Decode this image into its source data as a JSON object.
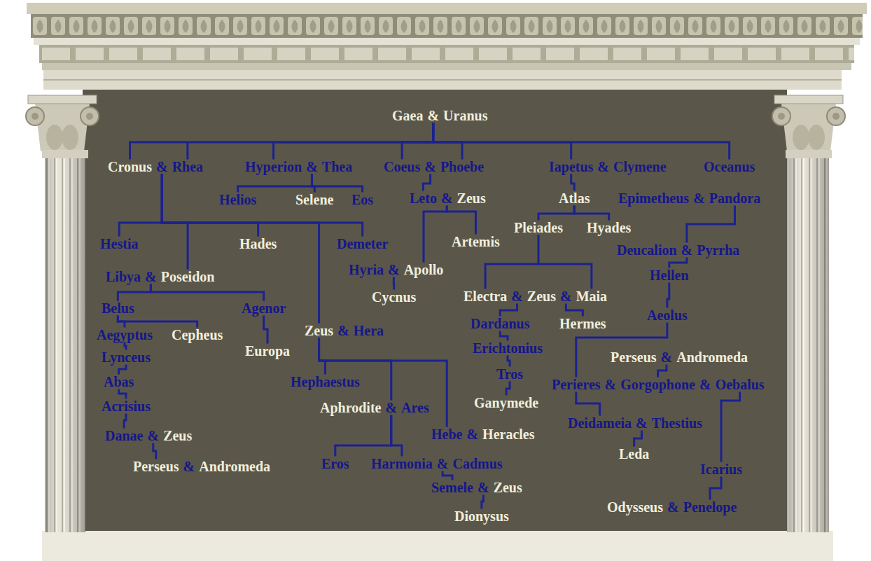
{
  "diagram": {
    "nodes": [
      {
        "text": [
          "Gaea",
          "&",
          "Uranus"
        ]
      },
      {
        "text": [
          "Cronus",
          "&",
          "Rhea"
        ]
      },
      {
        "text": [
          "Hyperion",
          "&",
          "Thea"
        ]
      },
      {
        "text": [
          "Coeus",
          "&",
          "Phoebe"
        ]
      },
      {
        "text": [
          "Iapetus",
          "&",
          "Clymene"
        ]
      },
      {
        "text": [
          "Oceanus"
        ]
      },
      {
        "text": [
          "Helios"
        ]
      },
      {
        "text": [
          "Selene"
        ]
      },
      {
        "text": [
          "Eos"
        ]
      },
      {
        "text": [
          "Leto",
          "&",
          "Zeus"
        ]
      },
      {
        "text": [
          "Atlas"
        ]
      },
      {
        "text": [
          "Epimetheus",
          "&",
          "Pandora"
        ]
      },
      {
        "text": [
          "Hestia"
        ]
      },
      {
        "text": [
          "Hades"
        ]
      },
      {
        "text": [
          "Demeter"
        ]
      },
      {
        "text": [
          "Artemis"
        ]
      },
      {
        "text": [
          "Pleiades"
        ]
      },
      {
        "text": [
          "Hyades"
        ]
      },
      {
        "text": [
          "Deucalion",
          "&",
          "Pyrrha"
        ]
      },
      {
        "text": [
          "Libya",
          "&",
          "Poseidon"
        ]
      },
      {
        "text": [
          "Hyria",
          "&",
          "Apollo"
        ]
      },
      {
        "text": [
          "Hellen"
        ]
      },
      {
        "text": [
          "Cycnus"
        ]
      },
      {
        "text": [
          "Belus"
        ]
      },
      {
        "text": [
          "Agenor"
        ]
      },
      {
        "text": [
          "Electra",
          "&",
          "Zeus",
          "&",
          "Maia"
        ]
      },
      {
        "text": [
          "Aeolus"
        ]
      },
      {
        "text": [
          "Aegyptus"
        ]
      },
      {
        "text": [
          "Cepheus"
        ]
      },
      {
        "text": [
          "Dardanus"
        ]
      },
      {
        "text": [
          "Hermes"
        ]
      },
      {
        "text": [
          "Zeus",
          "&",
          "Hera"
        ]
      },
      {
        "text": [
          "Europa"
        ]
      },
      {
        "text": [
          "Lynceus"
        ]
      },
      {
        "text": [
          "Erichtonius"
        ]
      },
      {
        "text": [
          "Perseus",
          "&",
          "Andromeda"
        ]
      },
      {
        "text": [
          "Abas"
        ]
      },
      {
        "text": [
          "Tros"
        ]
      },
      {
        "text": [
          "Hephaestus"
        ]
      },
      {
        "text": [
          "Perieres",
          "&",
          "Gorgophone",
          "&",
          "Oebalus"
        ]
      },
      {
        "text": [
          "Acrisius"
        ]
      },
      {
        "text": [
          "Ganymede"
        ]
      },
      {
        "text": [
          "Aphrodite",
          "&",
          "Ares"
        ]
      },
      {
        "text": [
          "Deidameia",
          "&",
          "Thestius"
        ]
      },
      {
        "text": [
          "Danae",
          "&",
          "Zeus"
        ]
      },
      {
        "text": [
          "Hebe",
          "&",
          "Heracles"
        ]
      },
      {
        "text": [
          "Leda"
        ]
      },
      {
        "text": [
          "Perseus",
          "&",
          "Andromeda"
        ]
      },
      {
        "text": [
          "Eros"
        ]
      },
      {
        "text": [
          "Harmonia",
          "&",
          "Cadmus"
        ]
      },
      {
        "text": [
          "Icarius"
        ]
      },
      {
        "text": [
          "Semele",
          "&",
          "Zeus"
        ]
      },
      {
        "text": [
          "Odysseus",
          "&",
          "Penelope"
        ]
      },
      {
        "text": [
          "Dionysus"
        ]
      }
    ],
    "edges": [
      {
        "from": 0,
        "to": 1,
        "arrow": "none"
      },
      {
        "from": 0,
        "to": 2,
        "arrow": "none"
      },
      {
        "from": 0,
        "to": 3,
        "arrow": "none"
      },
      {
        "from": 0,
        "to": 4,
        "arrow": "none"
      },
      {
        "from": 0,
        "to": 5,
        "arrow": "none"
      },
      {
        "from": 1,
        "to": 12,
        "arrow": "none"
      },
      {
        "from": 1,
        "to": 13,
        "arrow": "none"
      },
      {
        "from": 1,
        "to": 14,
        "arrow": "none"
      },
      {
        "from": 1,
        "to": 19,
        "arrow": "none"
      },
      {
        "from": 1,
        "to": 31,
        "arrow": "none"
      },
      {
        "from": 2,
        "to": 6,
        "arrow": "none"
      },
      {
        "from": 2,
        "to": 7,
        "arrow": "none"
      },
      {
        "from": 2,
        "to": 8,
        "arrow": "none"
      },
      {
        "from": 3,
        "to": 9,
        "arrow": "none"
      },
      {
        "from": 4,
        "to": 10,
        "arrow": "none"
      },
      {
        "from": 9,
        "to": 15,
        "arrow": "none"
      },
      {
        "from": 9,
        "to": 20,
        "arrow": "none"
      },
      {
        "from": 10,
        "to": 16,
        "arrow": "none"
      },
      {
        "from": 10,
        "to": 17,
        "arrow": "none"
      },
      {
        "from": 11,
        "to": 18,
        "arrow": "none"
      },
      {
        "from": 16,
        "to": 25,
        "arrow": "none"
      },
      {
        "from": 18,
        "to": 21,
        "arrow": "none"
      },
      {
        "from": 19,
        "to": 23,
        "arrow": "none"
      },
      {
        "from": 19,
        "to": 24,
        "arrow": "none"
      },
      {
        "from": 20,
        "to": 22,
        "arrow": "none"
      },
      {
        "from": 21,
        "to": 26,
        "arrow": "none"
      },
      {
        "from": 23,
        "to": 27,
        "arrow": "none"
      },
      {
        "from": 23,
        "to": 28,
        "arrow": "none"
      },
      {
        "from": 24,
        "to": 32,
        "arrow": "none"
      },
      {
        "from": 25,
        "to": 29,
        "arrow": "none"
      },
      {
        "from": 25,
        "to": 30,
        "arrow": "none"
      },
      {
        "from": 26,
        "to": 39,
        "arrow": "none"
      },
      {
        "from": 27,
        "to": 33,
        "arrow": "none"
      },
      {
        "from": 29,
        "to": 34,
        "arrow": "none"
      },
      {
        "from": 31,
        "to": 38,
        "arrow": "none"
      },
      {
        "from": 31,
        "to": 42,
        "arrow": "none"
      },
      {
        "from": 31,
        "to": 45,
        "arrow": "none"
      },
      {
        "from": 33,
        "to": 36,
        "arrow": "none"
      },
      {
        "from": 34,
        "to": 37,
        "arrow": "none"
      },
      {
        "from": 35,
        "to": 39,
        "arrow": "none"
      },
      {
        "from": 36,
        "to": 40,
        "arrow": "none"
      },
      {
        "from": 37,
        "to": 41,
        "arrow": "none"
      },
      {
        "from": 39,
        "to": 43,
        "arrow": "none"
      },
      {
        "from": 39,
        "to": 50,
        "arrow": "none"
      },
      {
        "from": 40,
        "to": 44,
        "arrow": "none"
      },
      {
        "from": 42,
        "to": 48,
        "arrow": "none"
      },
      {
        "from": 42,
        "to": 49,
        "arrow": "none"
      },
      {
        "from": 43,
        "to": 46,
        "arrow": "none"
      },
      {
        "from": 44,
        "to": 47,
        "arrow": "none"
      },
      {
        "from": 49,
        "to": 51,
        "arrow": "none"
      },
      {
        "from": 50,
        "to": 52,
        "arrow": "none"
      },
      {
        "from": 51,
        "to": 53,
        "arrow": "none"
      }
    ]
  }
}
